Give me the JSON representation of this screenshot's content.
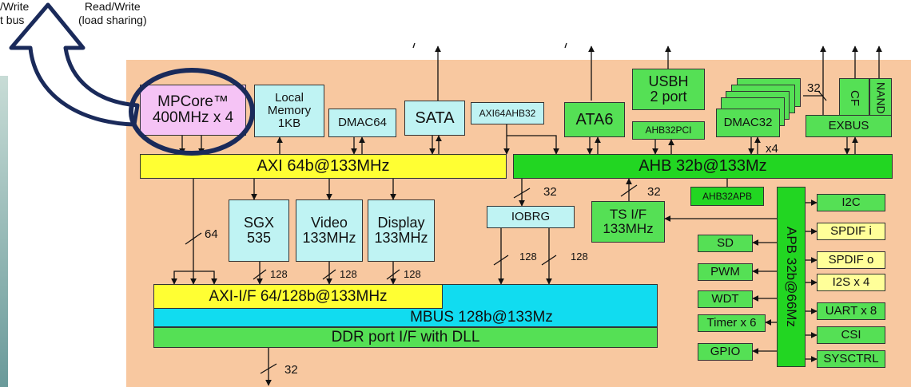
{
  "top_labels": {
    "left_line1": "/Write",
    "left_line2": "t bus",
    "right_line1": "Read/Write",
    "right_line2": "(load sharing)"
  },
  "blocks": {
    "mpcore": "MPCore™\n400MHz x 4",
    "local_memory": "Local\nMemory\n1KB",
    "dmac64": "DMAC64",
    "sata": "SATA",
    "axi64ahb32": "AXI64AHB32",
    "ata6": "ATA6",
    "usbh": "USBH\n2 port",
    "ahb32pci": "AHB32PCI",
    "dmac32": "DMAC32",
    "cf": "CF",
    "nand": "NAND",
    "exbus": "EXBUS",
    "axi_bus": "AXI 64b@133MHz",
    "ahb_bus": "AHB  32b@133Mz",
    "ahb32apb": "AHB32APB",
    "sgx": "SGX\n535",
    "video": "Video\n133MHz",
    "display": "Display\n133MHz",
    "iobrg": "IOBRG",
    "tsif": "TS I/F\n133MHz",
    "apb_bus": "APB  32b@66Mz",
    "i2c": "I2C",
    "spdif_i": "SPDIF i",
    "spdif_o": "SPDIF o",
    "i2s": "I2S x 4",
    "uart": "UART x 8",
    "csi": "CSI",
    "sysctrl": "SYSCTRL",
    "sd": "SD",
    "pwm": "PWM",
    "wdt": "WDT",
    "timer": "Timer x 6",
    "gpio": "GPIO",
    "axi_if": "AXI-I/F 64/128b@133MHz",
    "mbus": "MBUS 128b@133Mz",
    "ddr": "DDR port I/F with DLL"
  },
  "width_labels": {
    "w64": "64",
    "w128_sgx": "128",
    "w128_video": "128",
    "w128_display": "128",
    "w128_iobrg_left": "128",
    "w128_iobrg_right": "128",
    "w32_iobrg": "32",
    "w32_tsif": "32",
    "w32_exbus": "32",
    "w32_ddr": "32",
    "x4": "x4"
  },
  "colors": {
    "background_panel": "#f8c8a0",
    "cyan_block": "#bff3f3",
    "green_block": "#22d622",
    "yellow_block": "#ffff33",
    "pink_block": "#f5c3f5",
    "mbus": "#11dcf0",
    "callout_outline": "#1a2a5a"
  }
}
